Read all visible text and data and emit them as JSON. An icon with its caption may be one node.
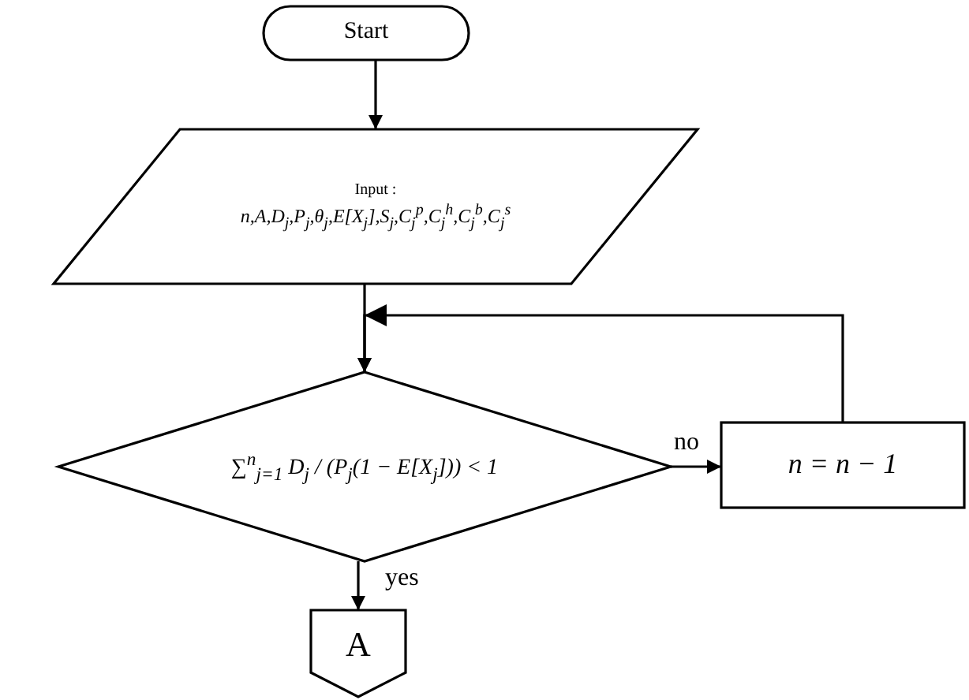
{
  "diagram": {
    "nodes": [
      {
        "text": [
          "Start"
        ]
      },
      {
        "text": [
          "Input :",
          "n,A,D$_{j}$,P$_{j}$,θ$_{j}$,E[X$_{j}$],S$_{j}$,C$_{j}$$^{p}$,C$_{j}$$^{h}$,C$_{j}$$^{b}$,C$_{j}$$^{s}$"
        ]
      },
      {
        "text": [
          "∑$^{n}$$_{j=1}$ D$_{j}$ / (P$_{j}$(1 − E[X$_{j}$])) < 1"
        ]
      },
      {
        "text": [
          "n = n − 1"
        ]
      },
      {
        "text": [
          "A"
        ]
      }
    ],
    "edges": [
      {
        "from": 0,
        "to": 1,
        "arrow": "to"
      },
      {
        "from": 1,
        "to": 2,
        "arrow": "to"
      },
      {
        "from": 2,
        "to": 3,
        "arrow": "to",
        "label": "no"
      },
      {
        "from": 3,
        "to": 2,
        "arrow": "to"
      },
      {
        "from": 2,
        "to": 4,
        "arrow": "to",
        "label": "yes"
      }
    ]
  }
}
